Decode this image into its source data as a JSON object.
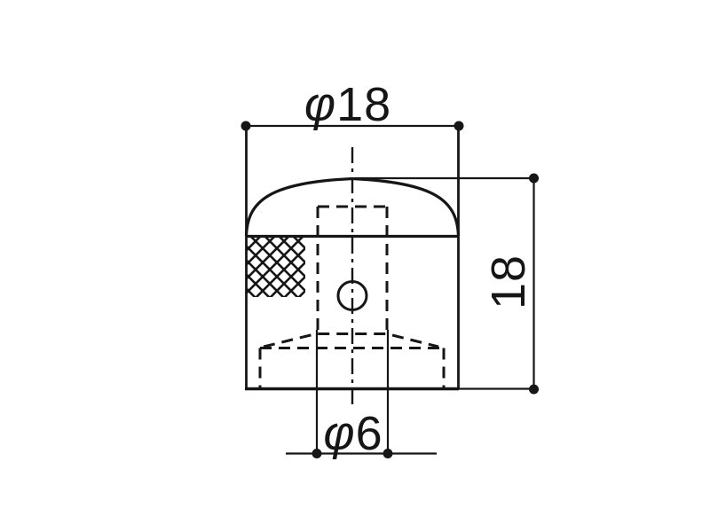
{
  "drawing": {
    "dimension_labels": {
      "top_diameter": "φ18",
      "side_height": "18",
      "bottom_hole_diameter": "φ6"
    },
    "colors": {
      "ink": "#161616",
      "paper": "#ffffff"
    }
  }
}
